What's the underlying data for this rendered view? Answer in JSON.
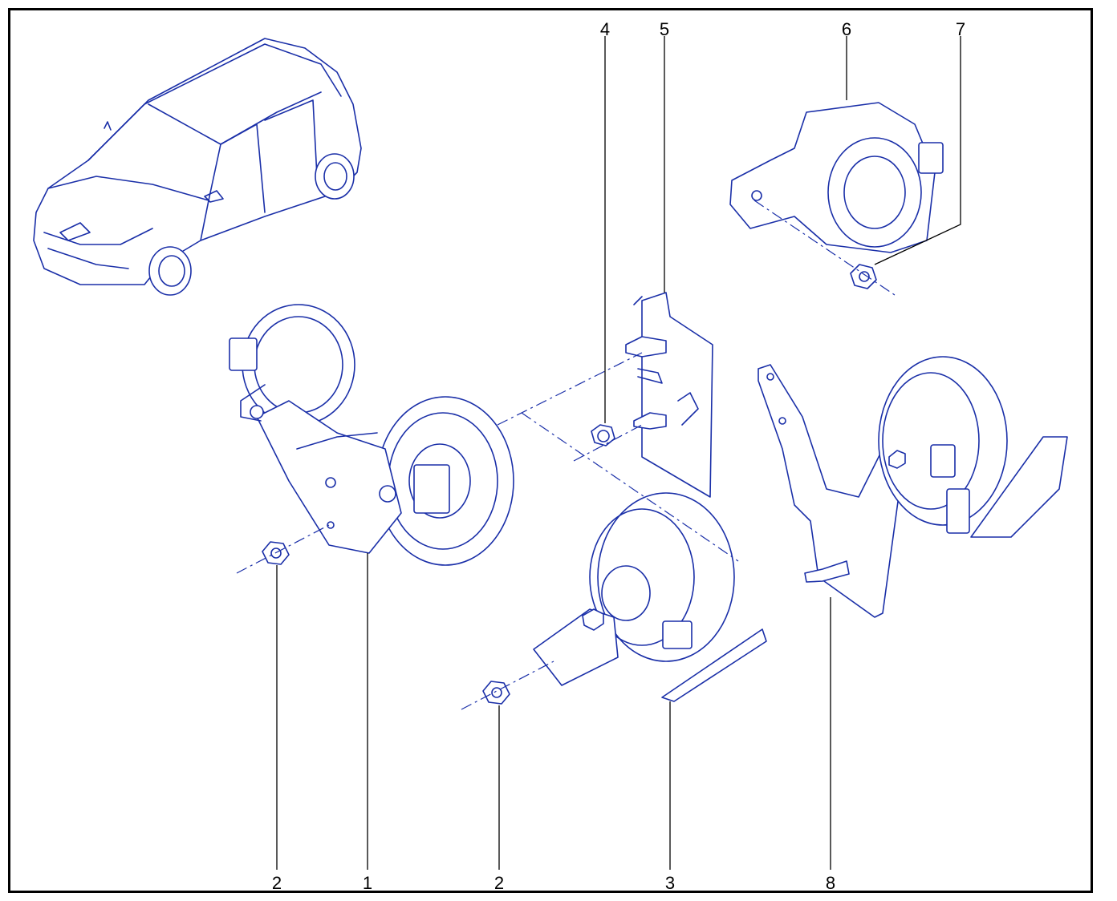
{
  "callouts": {
    "c1": "1",
    "c2_left": "2",
    "c2_mid": "2",
    "c3": "3",
    "c4": "4",
    "c5": "5",
    "c6": "6",
    "c7": "7",
    "c8": "8"
  },
  "colors": {
    "line_art": "#1a2fa8",
    "leader_lines": "#000000",
    "frame": "#000000",
    "background": "#ffffff"
  }
}
